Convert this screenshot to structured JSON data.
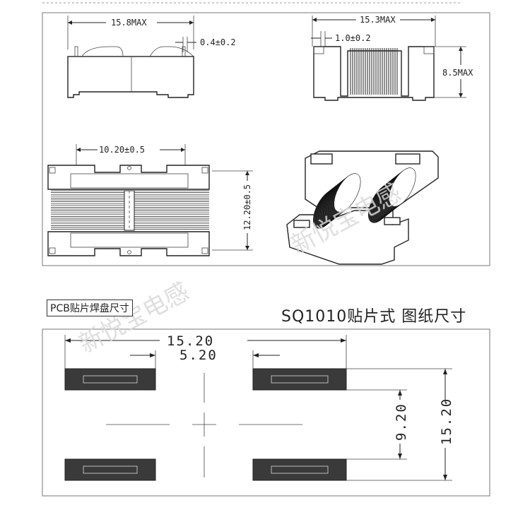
{
  "top_drawing": {
    "side_view": {
      "width_label": "15.8MAX",
      "pin_label": "0.4±0.2"
    },
    "end_view": {
      "width_label": "15.3MAX",
      "pin_label": "1.0±0.2",
      "height_label": "8.5MAX"
    },
    "top_view": {
      "width_label": "10.20±0.5",
      "height_label": "12.20±0.5"
    }
  },
  "pcb": {
    "section_label": "PCB贴片焊盘尺寸",
    "overall_label": "15.20",
    "inner_label": "5.20",
    "vertical_inner_label": "9.20",
    "vertical_outer_label": "15.20"
  },
  "title": "SQ1010贴片式 图纸尺寸",
  "watermark": "新悦宝电感"
}
